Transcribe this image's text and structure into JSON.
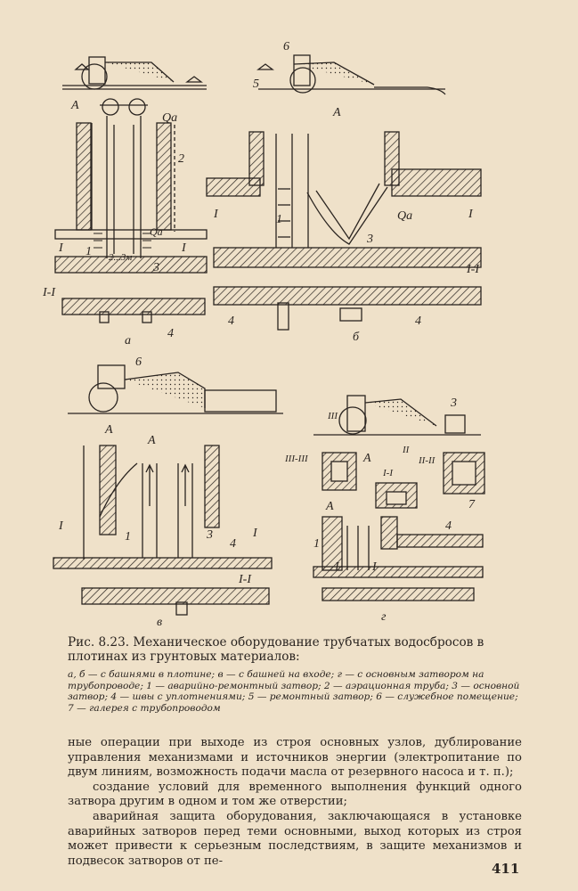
{
  "figure": {
    "labels": {
      "a": "а",
      "b": "б",
      "v": "в",
      "g": "г",
      "A": "А",
      "I": "I",
      "II": "II",
      "III": "III",
      "I_I": "I-I",
      "II_II": "II-II",
      "III_III": "III-III",
      "n1": "1",
      "n2": "2",
      "n3": "3",
      "n4": "4",
      "n5": "5",
      "n6": "6",
      "n7": "7",
      "Qa": "Qa",
      "dim": "2...3м"
    }
  },
  "caption": {
    "title": "Рис. 8.23. Механическое оборудование трубчатых водосбросов в плотинах из грунтовых материалов:",
    "legend": "а, б — с башнями в плотине; в — с башней на входе; г — с основным затвором на трубопроводе; 1 — аварийно-ремонтный затвор; 2 — аэрационная труба; 3 — основной затвор; 4 — швы с уплотнениями; 5 — ремонтный затвор; 6 — служебное помещение; 7 — галерея с трубопроводом"
  },
  "body": {
    "p1": "ные операции при выходе из строя основных узлов, дублирование управления механизмами и источников энергии (электропитание по двум линиям, возможность подачи масла от резервного насоса и т. п.);",
    "p2": "создание условий для временного выполнения функций одного затвора другим в одном и том же отверстии;",
    "p3": "аварийная защита оборудования, заключающаяся в установке аварийных затворов перед теми основными, выход которых из строя может привести к серьезным последствиям, в защите механизмов и подвесок затворов от пе-"
  },
  "page_number": "411"
}
